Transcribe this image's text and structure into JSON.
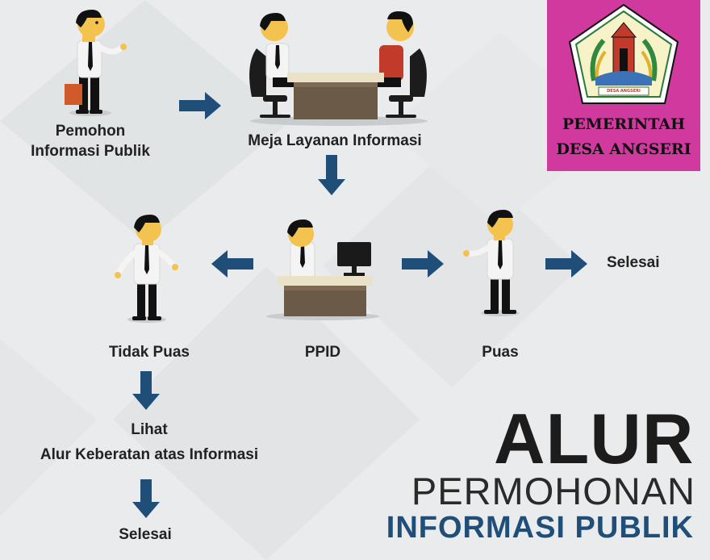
{
  "steps": {
    "pemohon": [
      "Pemohon",
      "Informasi Publik"
    ],
    "meja": "Meja Layanan Informasi",
    "ppid": "PPID",
    "tidak_puas": "Tidak Puas",
    "puas": "Puas",
    "selesai_right": "Selesai",
    "lihat": [
      "Lihat",
      "Alur Keberatan atas Informasi"
    ],
    "selesai_bottom": "Selesai"
  },
  "title": {
    "line1": "ALUR",
    "line2": "PERMOHONAN",
    "line3": "INFORMASI PUBLIK"
  },
  "badge": {
    "line1": "PEMERINTAH",
    "line2": "DESA ANGSERI",
    "seal_text": "DESA ANGSERI"
  },
  "colors": {
    "arrow": "#1f4e78",
    "badge_bg": "#d0399e",
    "title_accent": "#1f4e78"
  }
}
